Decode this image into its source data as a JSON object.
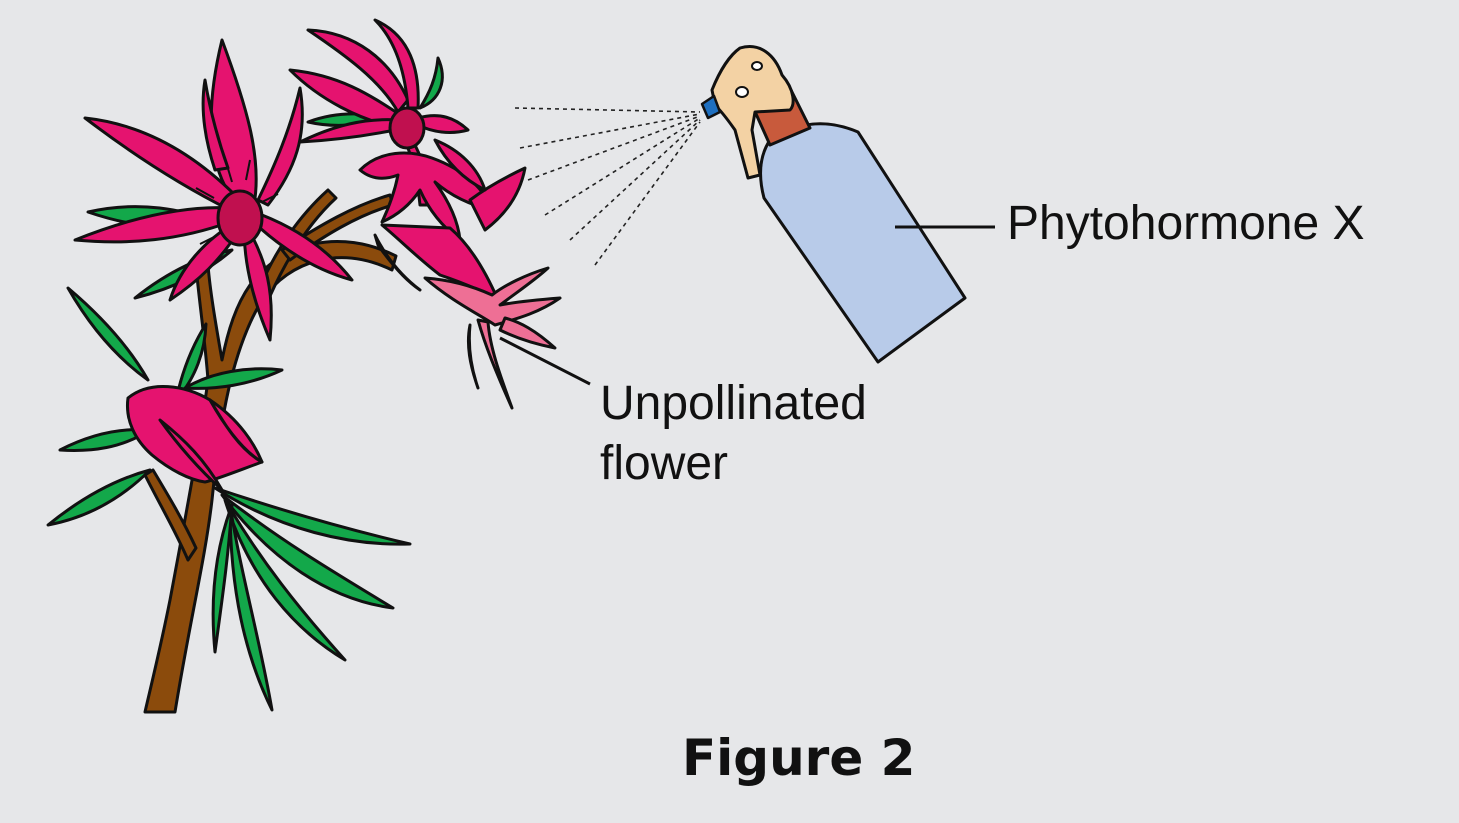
{
  "figure": {
    "caption": "Figure 2",
    "labels": {
      "phytohormone": "Phytohormone X",
      "unpollinated_line1": "Unpollinated",
      "unpollinated_line2": "flower"
    }
  },
  "colors": {
    "background": "#e6e7e9",
    "petal": "#e5136f",
    "flower_center": "#c0104f",
    "unpollinated_petal": "#ee6f95",
    "leaf": "#13a84a",
    "stem": "#8b4b0c",
    "bottle": "#b8cbe9",
    "cap": "#c85a3c",
    "trigger": "#f3d2a4",
    "nozzle": "#1e6fbf",
    "outline": "#111111"
  }
}
